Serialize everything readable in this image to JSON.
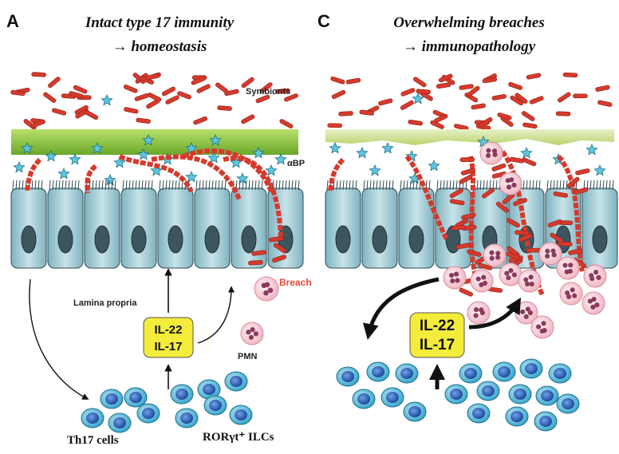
{
  "panels": [
    {
      "letter": "A",
      "title_line1": "Intact type 17 immunity",
      "title_line2": "→ homeostasis",
      "symbionts_label": "Symbionts",
      "abp_label": "αBP",
      "lamina_label": "Lamina propria",
      "breach_label": "Breach",
      "cytokines": [
        "IL-22",
        "IL-17"
      ],
      "pmn_label": "PMN",
      "th17_label": "Th17 cells",
      "ilc_label": "RORγt⁺ ILCs"
    },
    {
      "letter": "C",
      "title_line1": "Overwhelming breaches",
      "title_line2": "→ immunopathology",
      "cytokines": [
        "IL-22",
        "IL-17"
      ]
    }
  ],
  "colors": {
    "bacteria": "#d63a2c",
    "mucus": "#8fc93a",
    "epithelium": "#a9cfd8",
    "star": "#5cc6e0",
    "cytokine_box": "#f4ec3a",
    "neutrophil": "#f3c6cf",
    "lymphocyte": "#3fb4d8"
  },
  "icons": [
    "bacterium-icon",
    "antimicrobial-star-icon",
    "neutrophil-icon",
    "lymphocyte-icon"
  ]
}
